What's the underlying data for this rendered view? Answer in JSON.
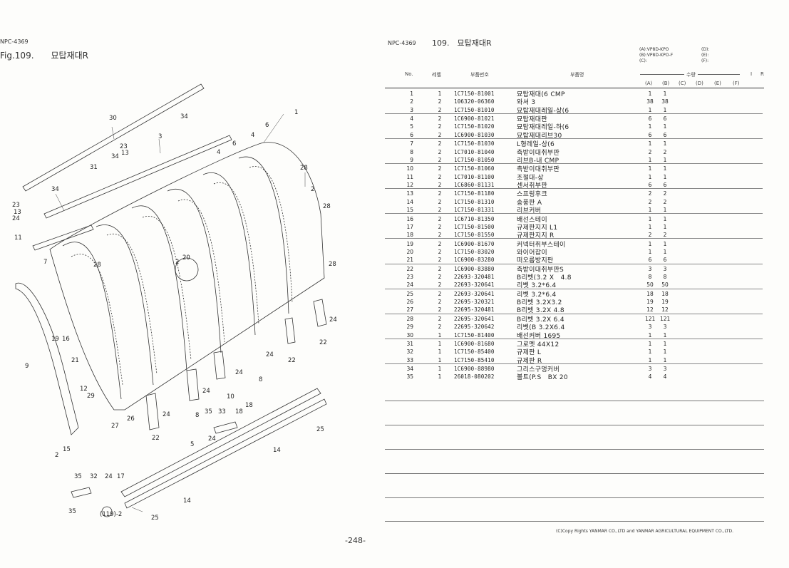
{
  "left": {
    "doc_code": "NPC-4369",
    "fig_title": "Fig.109.　　묘탑재대R",
    "callouts": [
      "1",
      "2",
      "3",
      "4",
      "5",
      "6",
      "7",
      "8",
      "9",
      "10",
      "11",
      "12",
      "13",
      "14",
      "15",
      "16",
      "17",
      "18",
      "19",
      "20",
      "21",
      "22",
      "23",
      "24",
      "25",
      "26",
      "27",
      "28",
      "29",
      "30",
      "31",
      "32",
      "33",
      "34",
      "35",
      "(119)-2"
    ]
  },
  "right": {
    "doc_code": "NPC-4369",
    "fig_title": "109.　묘탑재대R",
    "legend": {
      "a": "(A):VP8D-KPO",
      "b": "(B):VP8D-KPO-F",
      "c": "(C):",
      "d": "(D):",
      "e": "(E):",
      "f": "(F):"
    },
    "headers": {
      "no": "No.",
      "level": "레벨",
      "part_no": "부품번호",
      "name": "부품명",
      "qty": "수량",
      "r": "R",
      "qa": "(A)",
      "qb": "(B)",
      "qc": "(C)",
      "qd": "(D)",
      "qe": "(E)",
      "qf": "(F)"
    },
    "rows": [
      {
        "no": "1",
        "lv": "1",
        "pn": "1C7150-81001",
        "name": "묘탑재대(6 CMP",
        "a": "1",
        "b": "1"
      },
      {
        "no": "2",
        "lv": "2",
        "pn": "106320-06360",
        "name": "와셔 3",
        "a": "38",
        "b": "38"
      },
      {
        "no": "3",
        "lv": "2",
        "pn": "1C7150-81010",
        "name": "묘탑재대레일-상(6",
        "a": "1",
        "b": "1"
      },
      {
        "no": "4",
        "lv": "2",
        "pn": "1C6900-81021",
        "name": "묘탑재대판",
        "a": "6",
        "b": "6"
      },
      {
        "no": "5",
        "lv": "2",
        "pn": "1C7150-81020",
        "name": "묘탑재대레일-하(6",
        "a": "1",
        "b": "1"
      },
      {
        "no": "6",
        "lv": "2",
        "pn": "1C6900-81030",
        "name": "묘탑재대리브30",
        "a": "6",
        "b": "6"
      },
      {
        "no": "7",
        "lv": "2",
        "pn": "1C7150-81030",
        "name": "L형레일-상(6",
        "a": "1",
        "b": "1"
      },
      {
        "no": "8",
        "lv": "2",
        "pn": "1C7010-81040",
        "name": "측받이대취부판",
        "a": "2",
        "b": "2"
      },
      {
        "no": "9",
        "lv": "2",
        "pn": "1C7150-81050",
        "name": "리브B-내 CMP",
        "a": "1",
        "b": "1"
      },
      {
        "no": "10",
        "lv": "2",
        "pn": "1C7150-81060",
        "name": "측받이대취부판",
        "a": "1",
        "b": "1"
      },
      {
        "no": "11",
        "lv": "2",
        "pn": "1C7010-81100",
        "name": "조절대-상",
        "a": "1",
        "b": "1"
      },
      {
        "no": "12",
        "lv": "2",
        "pn": "1C6860-81131",
        "name": "센서취부판",
        "a": "6",
        "b": "6"
      },
      {
        "no": "13",
        "lv": "2",
        "pn": "1C7150-81180",
        "name": "스프링후크",
        "a": "2",
        "b": "2"
      },
      {
        "no": "14",
        "lv": "2",
        "pn": "1C7150-81310",
        "name": "송풍판 A",
        "a": "2",
        "b": "2"
      },
      {
        "no": "15",
        "lv": "2",
        "pn": "1C7150-81331",
        "name": "리브커버",
        "a": "1",
        "b": "1"
      },
      {
        "no": "16",
        "lv": "2",
        "pn": "1C6710-81350",
        "name": "배선스테이",
        "a": "1",
        "b": "1"
      },
      {
        "no": "17",
        "lv": "2",
        "pn": "1C7150-81500",
        "name": "규제판지지 L1",
        "a": "1",
        "b": "1"
      },
      {
        "no": "18",
        "lv": "2",
        "pn": "1C7150-81550",
        "name": "규제판지지 R",
        "a": "2",
        "b": "2"
      },
      {
        "no": "19",
        "lv": "2",
        "pn": "1C6900-81670",
        "name": "커넥터취부스테이",
        "a": "1",
        "b": "1"
      },
      {
        "no": "20",
        "lv": "2",
        "pn": "1C7150-83020",
        "name": "와이어잡이",
        "a": "1",
        "b": "1"
      },
      {
        "no": "21",
        "lv": "2",
        "pn": "1C6900-83280",
        "name": "떠오름방지판",
        "a": "6",
        "b": "6"
      },
      {
        "no": "22",
        "lv": "2",
        "pn": "1C6900-83880",
        "name": "측받이대취부판S",
        "a": "3",
        "b": "3"
      },
      {
        "no": "23",
        "lv": "2",
        "pn": "22693-320481",
        "name": "B리벳(3.2 X　4.8",
        "a": "8",
        "b": "8"
      },
      {
        "no": "24",
        "lv": "2",
        "pn": "22693-320641",
        "name": "리벳 3.2*6.4",
        "a": "50",
        "b": "50"
      },
      {
        "no": "25",
        "lv": "2",
        "pn": "22693-320641",
        "name": "리벳 3.2*6.4",
        "a": "18",
        "b": "18"
      },
      {
        "no": "26",
        "lv": "2",
        "pn": "22695-320321",
        "name": "B리벳 3.2X3.2",
        "a": "19",
        "b": "19"
      },
      {
        "no": "27",
        "lv": "2",
        "pn": "22695-320481",
        "name": "B리벳 3.2X 4.8",
        "a": "12",
        "b": "12"
      },
      {
        "no": "28",
        "lv": "2",
        "pn": "22695-320641",
        "name": "B리벳 3.2X 6.4",
        "a": "121",
        "b": "121"
      },
      {
        "no": "29",
        "lv": "2",
        "pn": "22695-320642",
        "name": "리벳(B 3.2X6.4",
        "a": "3",
        "b": "3"
      },
      {
        "no": "30",
        "lv": "1",
        "pn": "1C7150-81400",
        "name": "배선커버 1695",
        "a": "1",
        "b": "1"
      },
      {
        "no": "31",
        "lv": "1",
        "pn": "1C6900-81680",
        "name": "그로멧 44X12",
        "a": "1",
        "b": "1"
      },
      {
        "no": "32",
        "lv": "1",
        "pn": "1C7150-85400",
        "name": "규제판 L",
        "a": "1",
        "b": "1"
      },
      {
        "no": "33",
        "lv": "1",
        "pn": "1C7150-85410",
        "name": "규제판 R",
        "a": "1",
        "b": "1"
      },
      {
        "no": "34",
        "lv": "1",
        "pn": "1C6900-88980",
        "name": "그리스구멍커버",
        "a": "3",
        "b": "3"
      },
      {
        "no": "35",
        "lv": "1",
        "pn": "26018-080202",
        "name": "볼트(P.S　BX 20",
        "a": "4",
        "b": "4"
      }
    ],
    "copyright": "(C)Copy Rights YANMAR CO.,LTD and YANMAR AGRICULTURAL EQUIPMENT CO.,LTD."
  },
  "page_number": "-248-"
}
